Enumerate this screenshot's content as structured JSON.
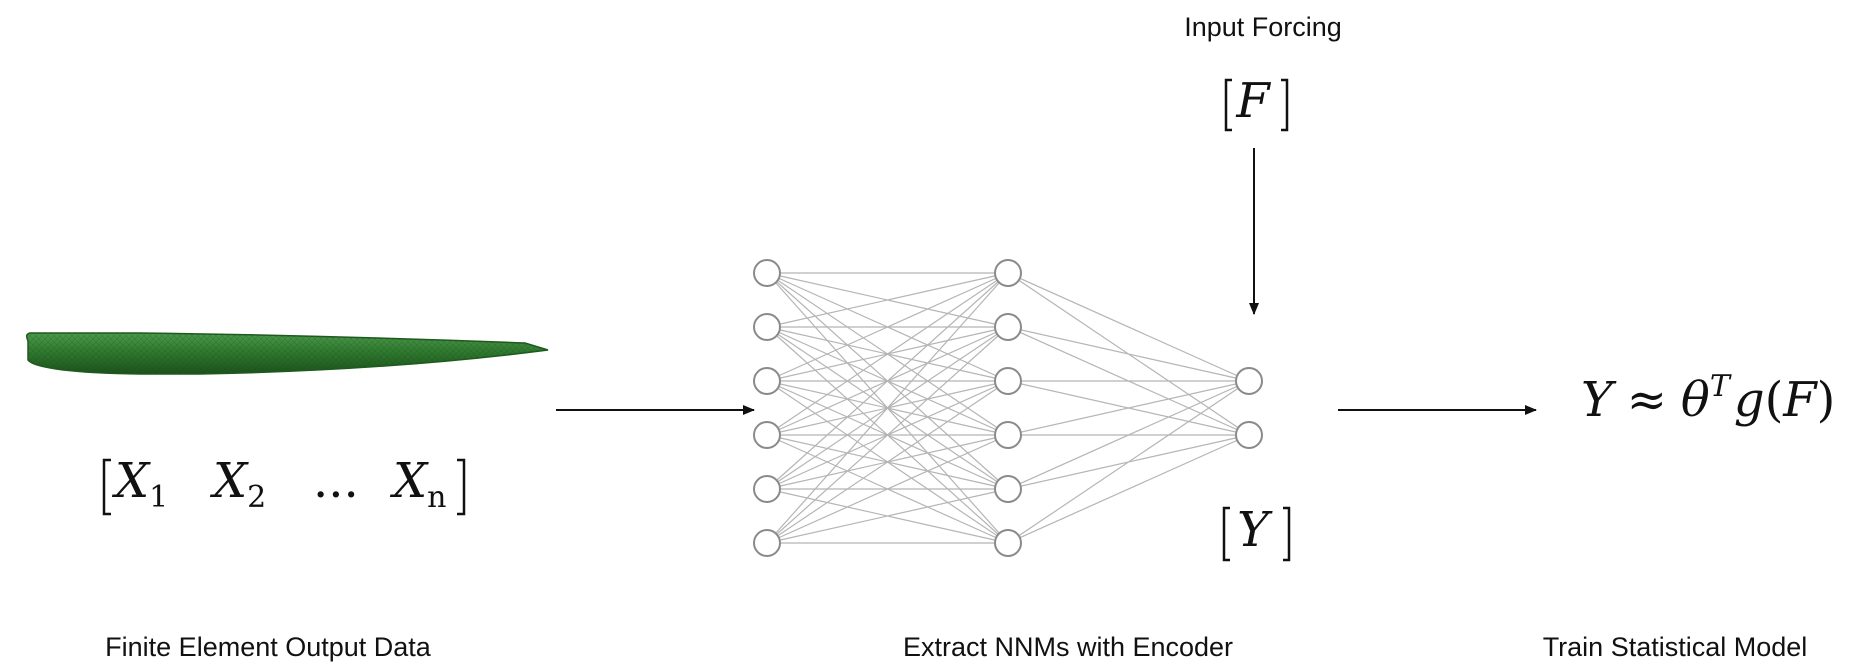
{
  "labels": {
    "input_forcing": "Input Forcing",
    "finite_element": "Finite Element Output Data",
    "extract_nnms": "Extract NNMs with Encoder",
    "train_model": "Train Statistical Model"
  },
  "math": {
    "forcing_vector": "F",
    "output_vector": "Y",
    "x_first": "X",
    "x_first_sub": "1",
    "x_second": "X",
    "x_second_sub": "2",
    "ellipsis": "...",
    "x_last": "X",
    "x_last_sub": "n",
    "model_lhs": "Y",
    "model_approx": "≈",
    "model_theta": "θ",
    "model_theta_sup": "T",
    "model_g": "g",
    "model_paren_open": "(",
    "model_arg": "F",
    "model_paren_close": ")"
  },
  "network": {
    "layer_sizes": [
      6,
      6,
      2
    ]
  },
  "colors": {
    "ink": "#111111",
    "node_stroke": "#8a8a8a",
    "edge": "#b5b5b5",
    "blade_fill": "#2f7a2f",
    "blade_dark": "#1f5a1f"
  }
}
